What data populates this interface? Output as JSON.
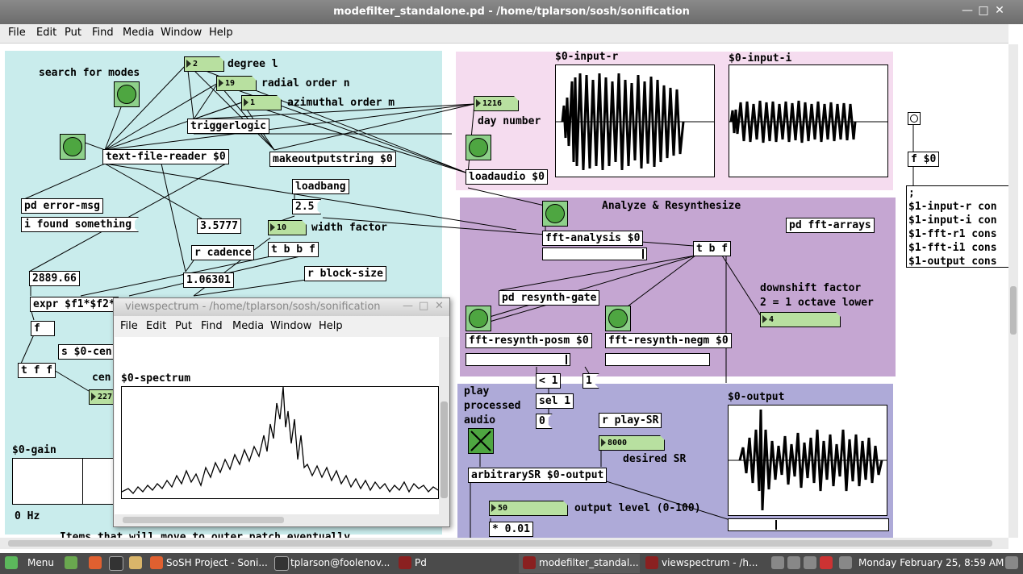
{
  "window": {
    "title": "modefilter_standalone.pd - /home/tplarson/sosh/sonification"
  },
  "menu": [
    "File",
    "Edit",
    "Put",
    "Find",
    "Media",
    "Window",
    "Help"
  ],
  "patch": {
    "left": {
      "search_label": "search for modes",
      "degree_value": "2",
      "degree_label": "degree l",
      "radial_value": "19",
      "radial_label": "radial order n",
      "azimuthal_value": "1",
      "azimuthal_label": "azimuthal order m",
      "triggerlogic": "triggerlogic",
      "text_file_reader": "text-file-reader $0",
      "makeoutputstring": "makeoutputstring $0",
      "loadbang": "loadbang",
      "width_msg": "2.5",
      "width_value": "10",
      "width_label": "width factor",
      "pd_error": "pd error-msg",
      "found_msg": "i found something",
      "value_35777": "3.5777",
      "r_cadence": "r cadence",
      "tbbf": "t b b f",
      "r_block": "r block-size",
      "val_288966": "2889.66",
      "val_106301": "1.06301",
      "expr": "expr $f1*$f2*",
      "f_obj": "f",
      "s_cen": "s $0-cen",
      "tff": "t f f",
      "cen_label": "cen",
      "cen_value": "227",
      "gain_label": "$0-gain",
      "hz_label": "0 Hz",
      "footer_text": "Items that will move to outer patch eventually"
    },
    "pink": {
      "day_value": "1216",
      "day_label": "day number",
      "loadaudio": "loadaudio $0",
      "input_r": "$0-input-r",
      "input_i": "$0-input-i"
    },
    "purple": {
      "heading": "Analyze & Resynthesize",
      "fft_arrays": "pd fft-arrays",
      "fft_analysis": "fft-analysis $0",
      "tbf": "t b f",
      "resynth_gate": "pd resynth-gate",
      "downshift_label1": "downshift factor",
      "downshift_label2": "2 = 1 octave lower",
      "downshift_value": "4",
      "posm": "fft-resynth-posm $0",
      "negm": "fft-resynth-negm $0"
    },
    "blue": {
      "lt1": "< 1",
      "one_msg": "1",
      "play_label1": "play",
      "play_label2": "processed",
      "play_label3": "audio",
      "sel1": "sel 1",
      "zero_msg": "0",
      "r_play_sr": "r play-SR",
      "sr_value": "8000",
      "sr_label": "desired SR",
      "output_label": "$0-output",
      "arbitrary": "arbitrarySR $0-output",
      "level_value": "50",
      "level_label": "output level (0-100)",
      "mul": "* 0.01"
    },
    "right": {
      "f_obj": "f $0",
      "msg_lines": [
        ";",
        "$1-input-r con",
        "$1-input-i con",
        "$1-fft-r1 cons",
        "$1-fft-i1 cons",
        "$1-output cons"
      ]
    }
  },
  "viewspectrum": {
    "title": "viewspectrum - /home/tplarson/sosh/sonification",
    "menu": [
      "File",
      "Edit",
      "Put",
      "Find",
      "Media",
      "Window",
      "Help"
    ],
    "array_label": "$0-spectrum"
  },
  "taskbar": {
    "menu": "Menu",
    "tasks": [
      "SoSH Project - Soni...",
      "tplarson@foolenov...",
      "Pd",
      "modefilter_standal...",
      "viewspectrum - /h..."
    ],
    "clock": "Monday February 25,  8:59 AM"
  },
  "colors": {
    "cyan": "#c9ecec",
    "pink": "#f5dcef",
    "purple": "#c5a6d2",
    "blue": "#aeaad8",
    "green": "#4ea641"
  }
}
